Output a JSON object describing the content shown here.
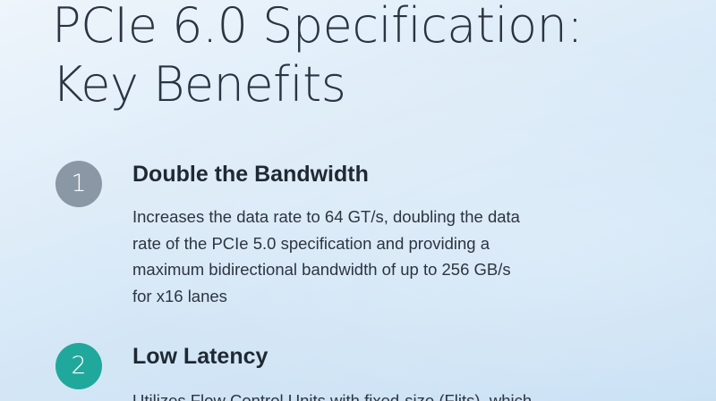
{
  "title": {
    "line1": "PCIe 6.0 Specification:",
    "line2": "Key Benefits"
  },
  "items": [
    {
      "number": "1",
      "heading": "Double the Bandwidth",
      "body_lines": [
        "Increases the data rate to 64 GT/s, doubling the data",
        "rate of the PCIe 5.0 specification and providing a",
        "maximum bidirectional bandwidth of up to 256 GB/s",
        "for x16 lanes"
      ],
      "badge_color": "#8a98a6"
    },
    {
      "number": "2",
      "heading": "Low Latency",
      "body_lines": [
        "Utilizes Flow Control Units with fixed-size (Flits), which"
      ],
      "badge_color": "#21a89c"
    }
  ]
}
